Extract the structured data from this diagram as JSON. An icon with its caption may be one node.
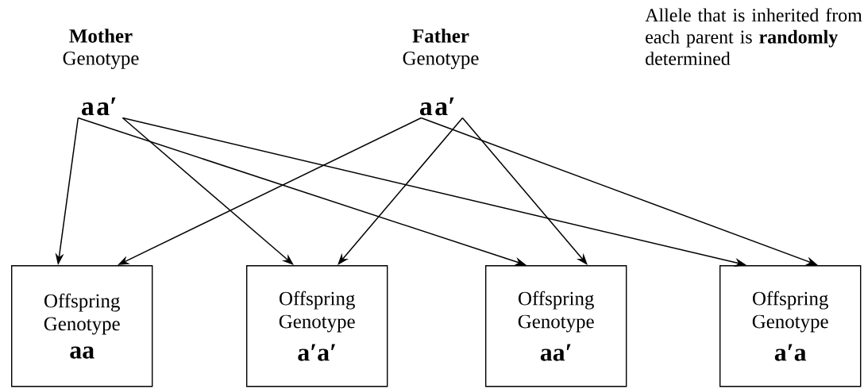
{
  "diagram": {
    "nodes": [
      {
        "text": [
          "a"
        ]
      },
      {
        "text": [
          "a′"
        ]
      },
      {
        "text": [
          "a"
        ]
      },
      {
        "text": [
          "a′"
        ]
      },
      {
        "text": [
          "Offspring Genotype",
          "aa"
        ]
      },
      {
        "text": [
          "Offspring Genotype",
          "a′a′"
        ]
      },
      {
        "text": [
          "Offspring Genotype",
          "aa′"
        ]
      },
      {
        "text": [
          "Offspring Genotype",
          "a′a"
        ]
      }
    ],
    "edges": [
      {
        "from": 0,
        "to": 4,
        "arrow": "to"
      },
      {
        "from": 0,
        "to": 6,
        "arrow": "to"
      },
      {
        "from": 1,
        "to": 5,
        "arrow": "to"
      },
      {
        "from": 1,
        "to": 7,
        "arrow": "to"
      },
      {
        "from": 2,
        "to": 4,
        "arrow": "to"
      },
      {
        "from": 2,
        "to": 7,
        "arrow": "to"
      },
      {
        "from": 3,
        "to": 5,
        "arrow": "to"
      },
      {
        "from": 3,
        "to": 6,
        "arrow": "to"
      }
    ],
    "labels": [
      "Mother",
      "Genotype",
      "Father",
      "Genotype",
      "Allele that is inherited from each parent is **randomly** determined"
    ]
  }
}
